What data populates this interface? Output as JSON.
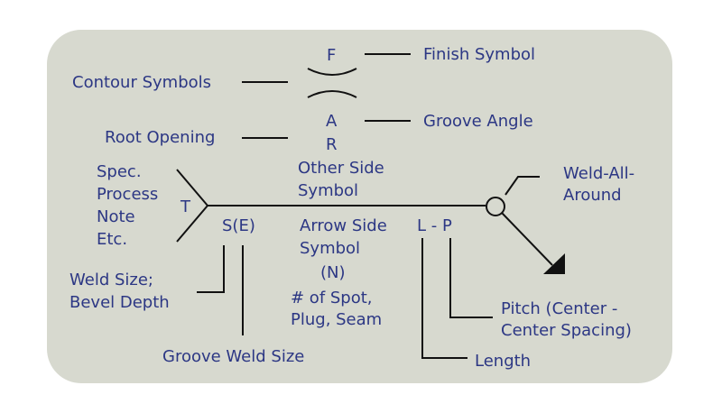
{
  "labels": {
    "finish_symbol": "Finish Symbol",
    "contour_symbols": "Contour Symbols",
    "finish_letter": "F",
    "groove_angle": "Groove Angle",
    "root_opening": "Root Opening",
    "angle_letter": "A",
    "root_letter": "R",
    "spec_note": [
      "Spec.",
      "Process",
      "Note",
      "Etc."
    ],
    "tail_letter": "T",
    "other_side_symbol": [
      "Other Side",
      "Symbol"
    ],
    "weld_all_around": [
      "Weld-All-",
      "Around"
    ],
    "size_effective": "S(E)",
    "arrow_side_symbol": [
      "Arrow Side",
      "Symbol"
    ],
    "length_pitch": "L - P",
    "number_letter": "(N)",
    "weld_size_bevel": [
      "Weld Size;",
      "Bevel Depth"
    ],
    "spot_plug_seam": [
      "# of Spot,",
      "Plug, Seam"
    ],
    "pitch": [
      "Pitch (Center -",
      "Center Spacing)"
    ],
    "groove_weld_size": "Groove Weld Size",
    "length": "Length"
  },
  "colors": {
    "card": "#d7d9cf",
    "ink": "#2c3784",
    "line": "#111111"
  }
}
